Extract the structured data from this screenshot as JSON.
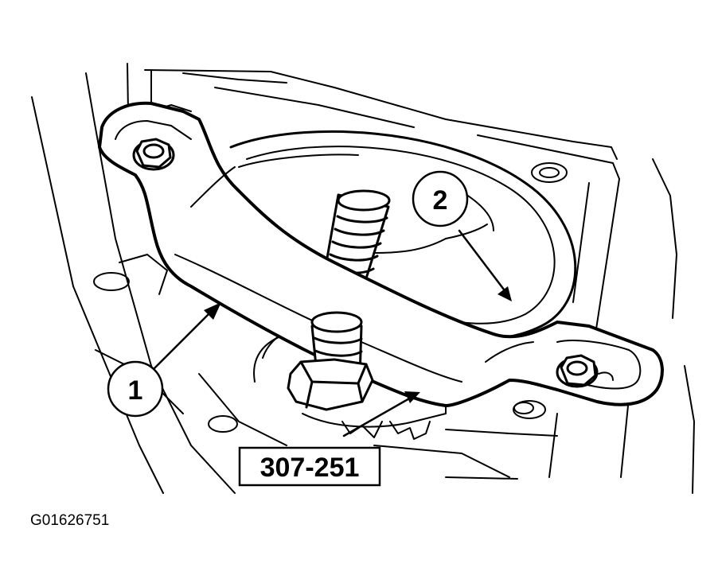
{
  "diagram": {
    "callouts": [
      {
        "id": "1",
        "label": "1"
      },
      {
        "id": "2",
        "label": "2"
      }
    ],
    "tool_number": "307-251",
    "figure_code": "G01626751"
  },
  "colors": {
    "line": "#000000",
    "background": "#ffffff"
  }
}
